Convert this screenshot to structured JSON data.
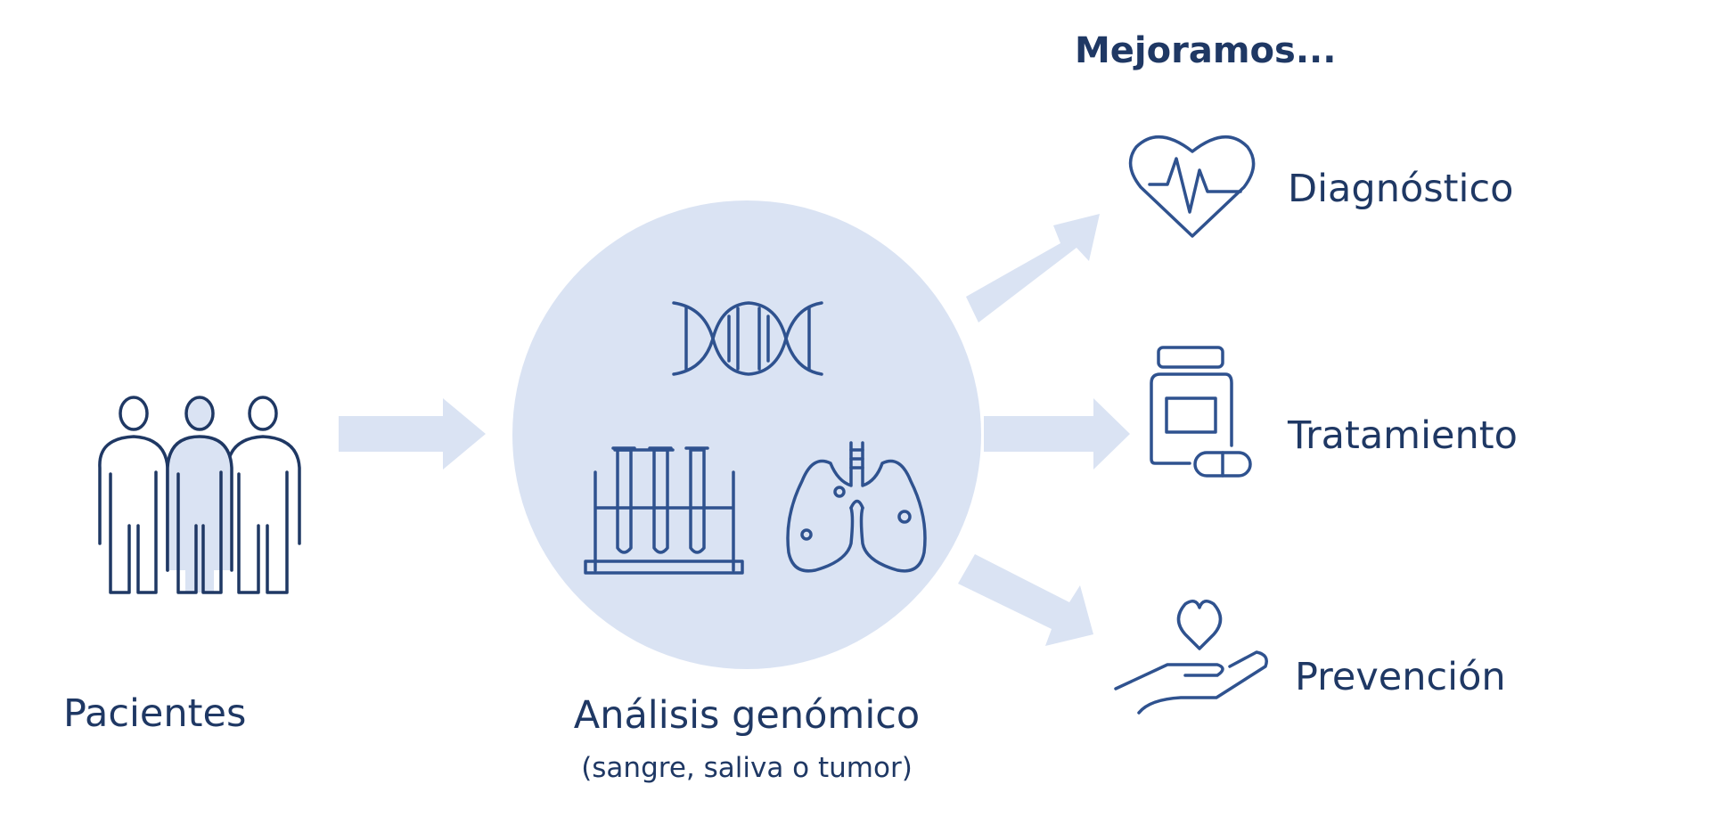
{
  "patients": {
    "label": "Pacientes"
  },
  "analysis": {
    "title": "Análisis genómico",
    "subtitle": "(sangre, saliva o tumor)"
  },
  "outcomes": {
    "heading": "Mejoramos...",
    "items": [
      {
        "label": "Diagnóstico",
        "icon": "heart-pulse-icon"
      },
      {
        "label": "Tratamiento",
        "icon": "medicine-bottle-icon"
      },
      {
        "label": "Prevención",
        "icon": "hand-heart-icon"
      }
    ]
  },
  "colors": {
    "text": "#1f3864",
    "icon": "#2f528f",
    "fill": "#dae3f3"
  }
}
